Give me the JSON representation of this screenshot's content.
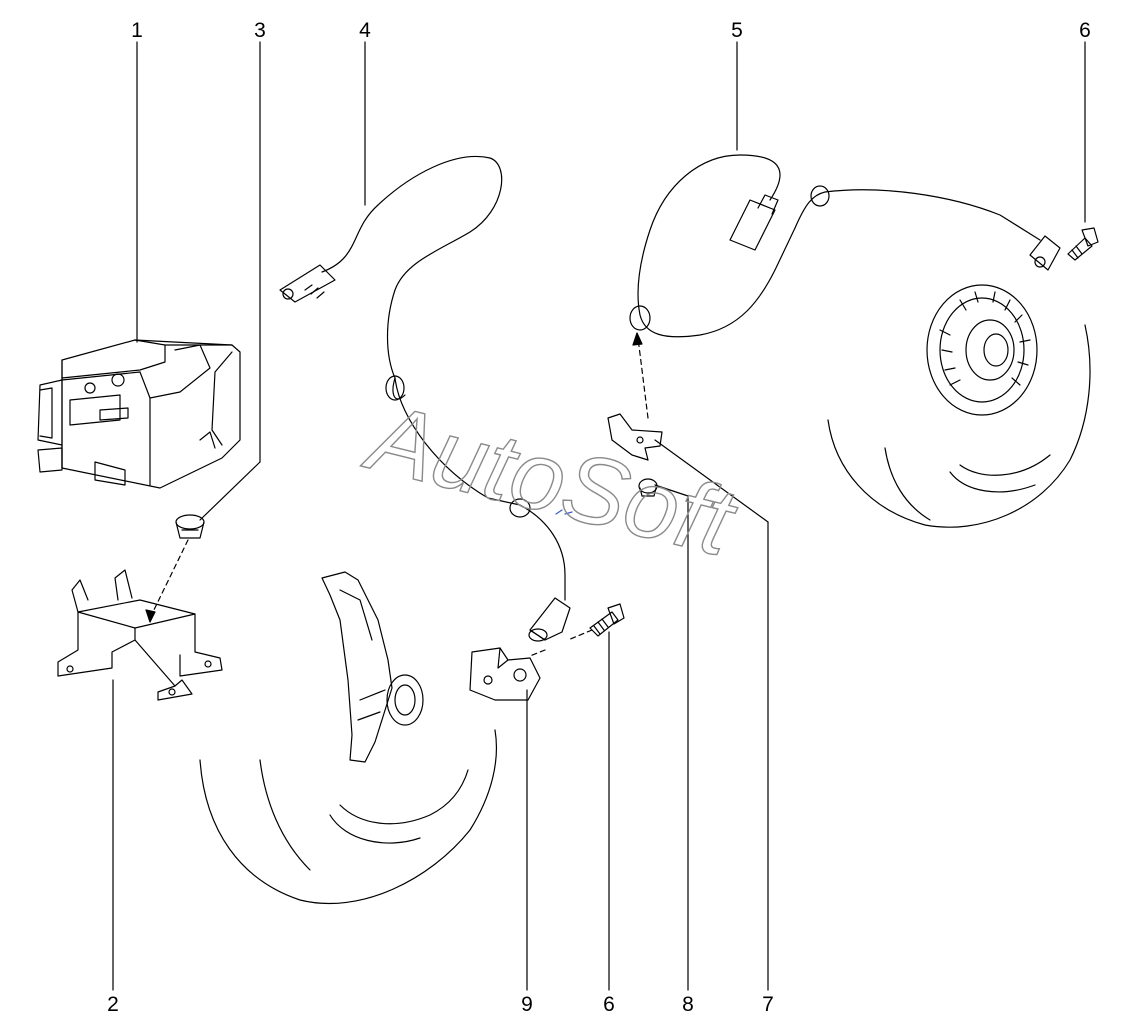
{
  "watermark": "AutoSoft",
  "callouts": {
    "c1": "1",
    "c2": "2",
    "c3": "3",
    "c4": "4",
    "c5": "5",
    "c6_top": "6",
    "c6_bottom": "6",
    "c7": "7",
    "c8": "8",
    "c9": "9"
  },
  "colors": {
    "line": "#000000",
    "watermark_stroke": "#8a8a8a"
  }
}
